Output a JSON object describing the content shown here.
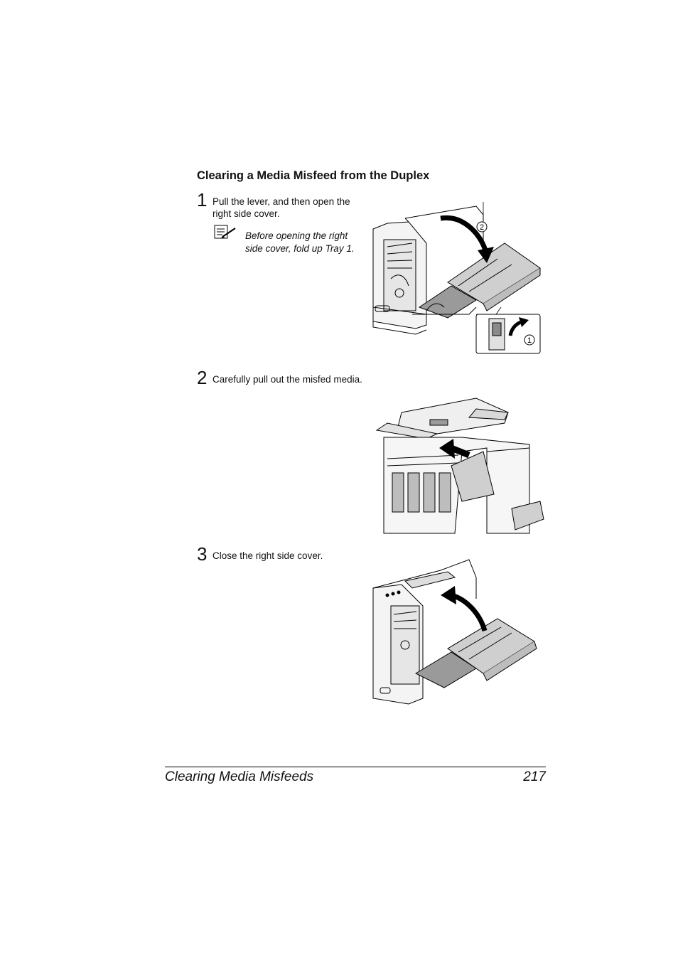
{
  "section": {
    "title": "Clearing a Media Misfeed from the Duplex"
  },
  "steps": [
    {
      "number": "1",
      "text": "Pull the lever, and then open the right side cover.",
      "note": "Before opening the right side cover, fold up Tray 1.",
      "callouts": [
        "2",
        "1"
      ]
    },
    {
      "number": "2",
      "text": "Carefully pull out the misfed media."
    },
    {
      "number": "3",
      "text": "Close the right side cover."
    }
  ],
  "footer": {
    "chapter": "Clearing Media Misfeeds",
    "page_number": "217"
  },
  "icons": {
    "note": "note-pencil-icon"
  }
}
